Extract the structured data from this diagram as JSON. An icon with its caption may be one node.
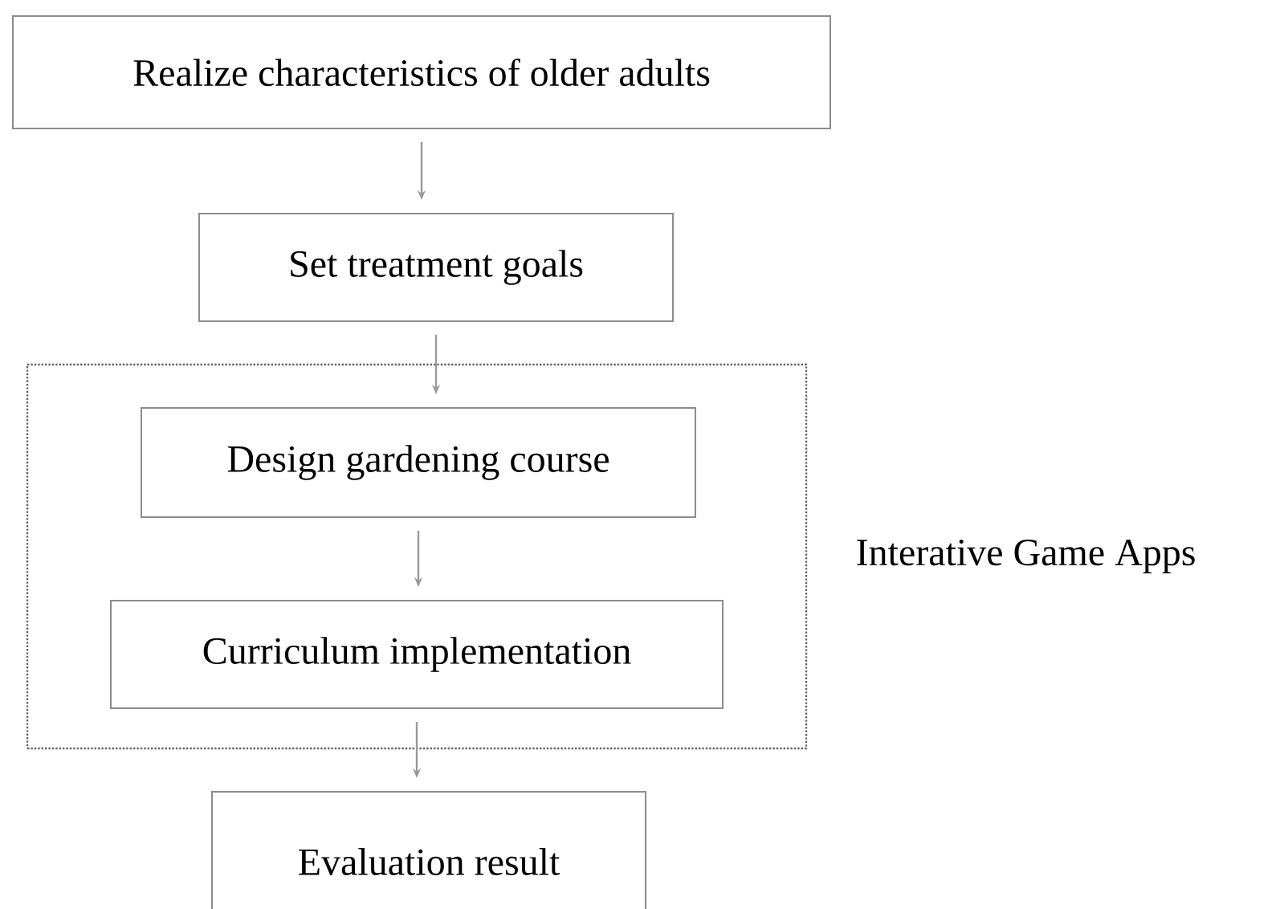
{
  "diagram": {
    "nodes": [
      {
        "text": [
          "Realize characteristics of older adults"
        ]
      },
      {
        "text": [
          "Set treatment goals"
        ]
      },
      {
        "text": [
          "Interative Game Apps"
        ]
      },
      {
        "text": [
          "Design gardening course"
        ],
        "in": 2
      },
      {
        "text": [
          "Curriculum implementation"
        ],
        "in": 2
      },
      {
        "text": [
          "Evaluation result"
        ]
      }
    ],
    "edges": [
      {
        "from": 0,
        "to": 1,
        "arrow": "to"
      },
      {
        "from": 1,
        "to": 3,
        "arrow": "to"
      },
      {
        "from": 3,
        "to": 4,
        "arrow": "to"
      },
      {
        "from": 4,
        "to": 5,
        "arrow": "to"
      }
    ]
  }
}
